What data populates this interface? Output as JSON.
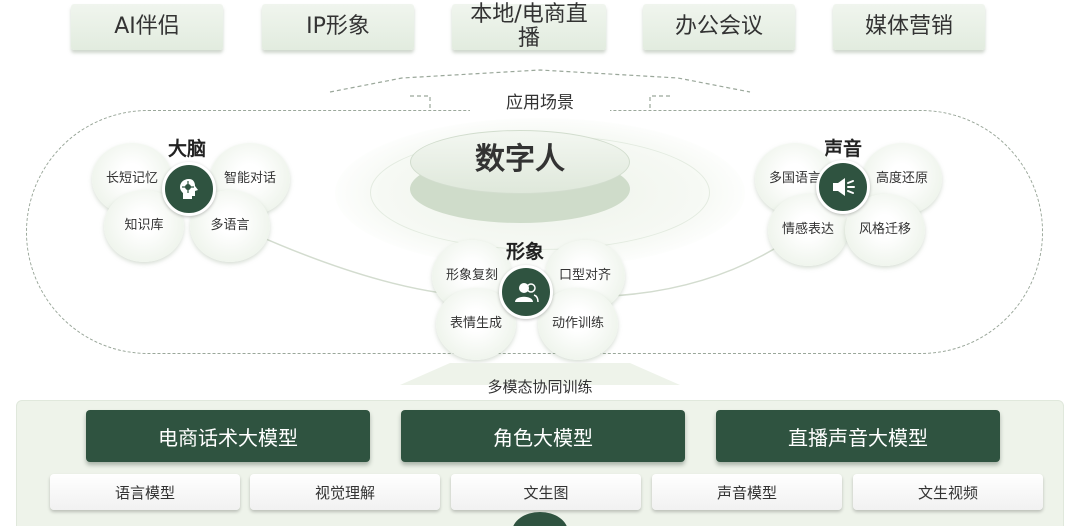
{
  "applications": [
    "AI伴侣",
    "IP形象",
    "本地/电商直播",
    "办公会议",
    "媒体营销"
  ],
  "scene_label": "应用场景",
  "core_title": "数字人",
  "brain": {
    "title": "大脑",
    "petals": [
      "长短记忆",
      "智能对话",
      "知识库",
      "多语言"
    ],
    "icon": "brain-head-icon"
  },
  "image": {
    "title": "形象",
    "petals": [
      "形象复刻",
      "口型对齐",
      "表情生成",
      "动作训练"
    ],
    "icon": "person-icon"
  },
  "voice": {
    "title": "声音",
    "petals": [
      "多国语言",
      "高度还原",
      "情感表达",
      "风格迁移"
    ],
    "icon": "speaker-icon"
  },
  "collab_label": "多模态协同训练",
  "models": [
    "电商话术大模型",
    "角色大模型",
    "直播声音大模型"
  ],
  "capabilities": [
    "语言模型",
    "视觉理解",
    "文生图",
    "声音模型",
    "文生视频"
  ],
  "colors": {
    "dark_green": "#2f5340",
    "light_green": "#eef3ea"
  }
}
